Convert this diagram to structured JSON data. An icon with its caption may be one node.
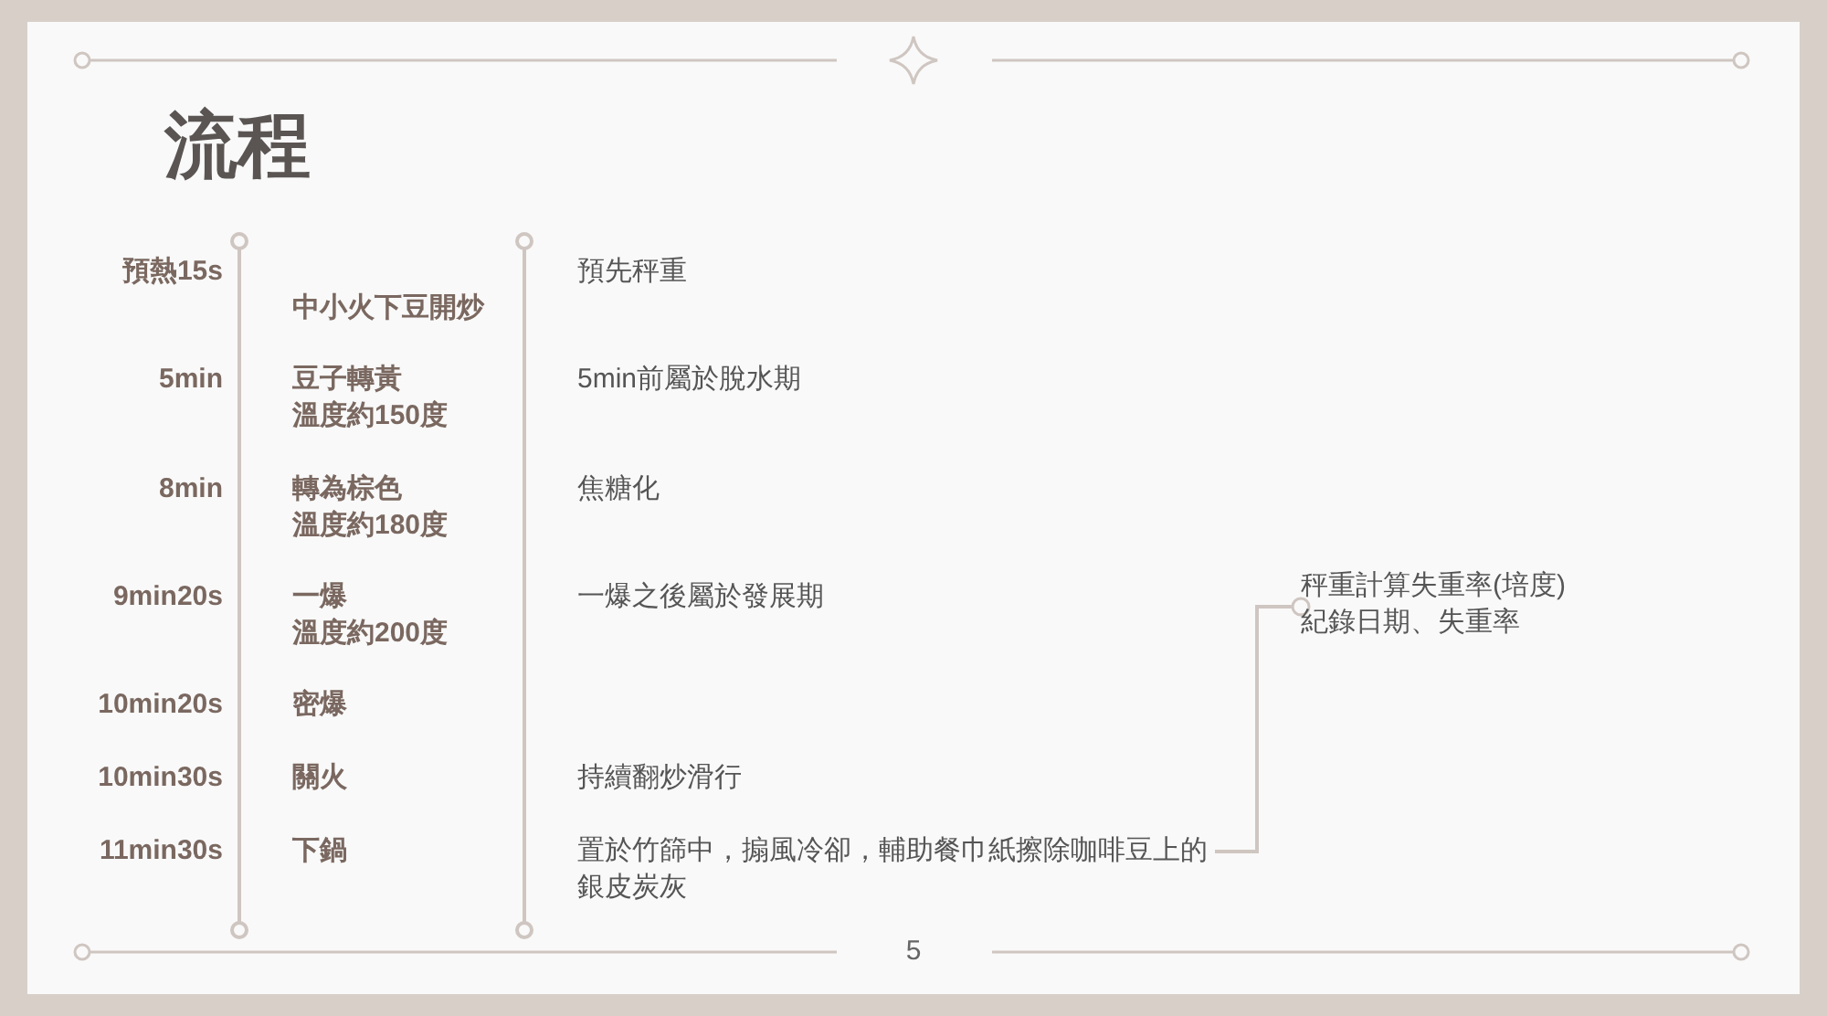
{
  "diagram": {
    "title": "流程",
    "nodes": [
      {
        "text": [
          "置於竹篩中，搧風冷卻，輔助餐巾紙擦除咖啡豆上的銀皮炭灰"
        ]
      },
      {
        "text": [
          "秤重計算失重率(培度)",
          "紀錄日期、失重率"
        ]
      }
    ],
    "edges": [
      {
        "from": 0,
        "to": 1,
        "arrow": "other"
      }
    ],
    "labels": [
      "預熱15s",
      "預先秤重",
      "中小火下豆開炒",
      "5min",
      "豆子轉黃",
      "5min前屬於脫水期",
      "溫度約150度",
      "8min",
      "轉為棕色",
      "焦糖化",
      "溫度約180度",
      "9min20s",
      "一爆",
      "一爆之後屬於發展期",
      "溫度約200度",
      "10min20s",
      "密爆",
      "10min30s",
      "關火",
      "持續翻炒滑行",
      "11min30s",
      "下鍋",
      "5"
    ]
  }
}
